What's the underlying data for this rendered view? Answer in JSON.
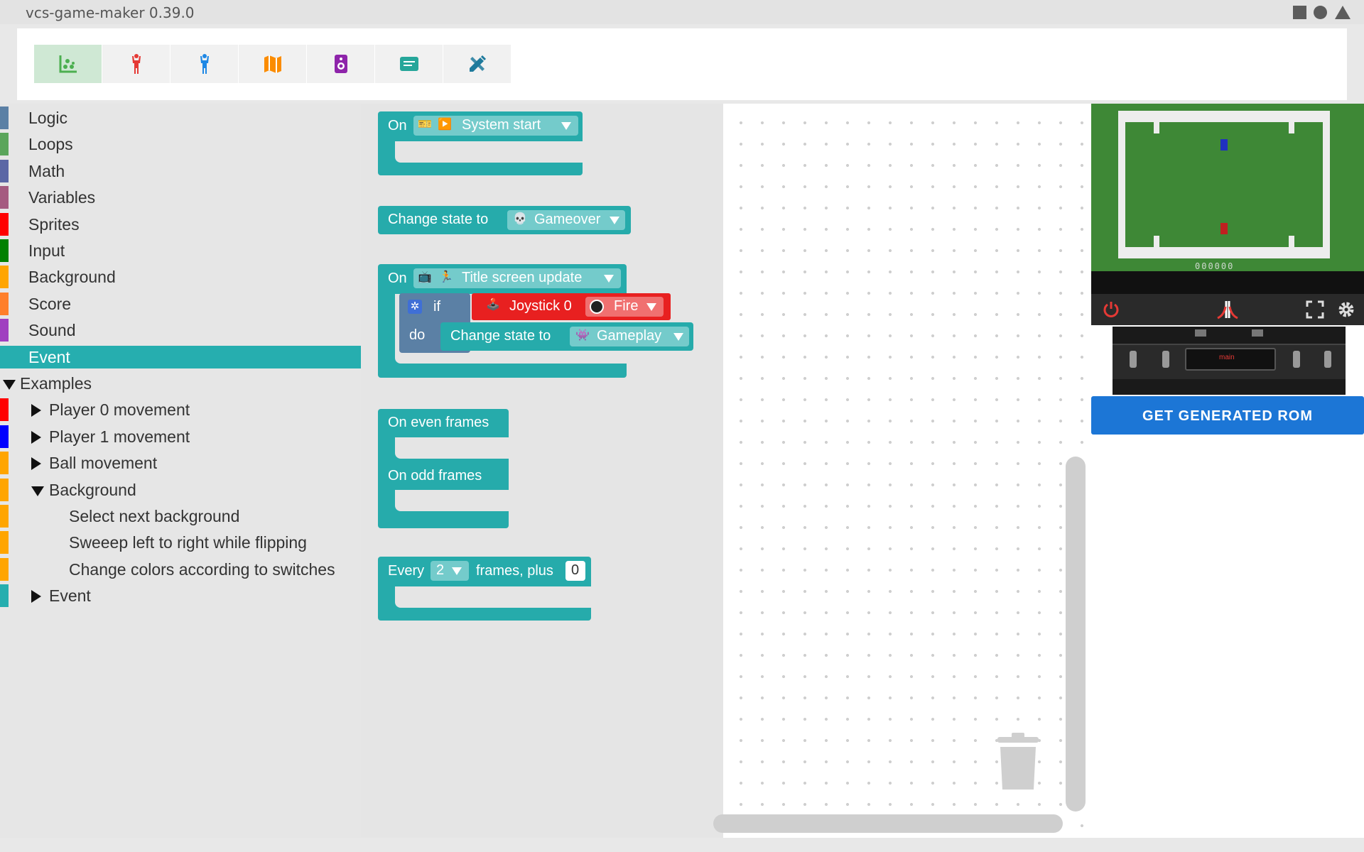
{
  "window": {
    "title": "vcs-game-maker 0.39.0"
  },
  "toolbar": {
    "tabs": [
      {
        "name": "game-logic",
        "icon": "scatter-chart-icon",
        "color": "#4caf50"
      },
      {
        "name": "player-0",
        "icon": "person-red-icon",
        "color": "#e53935"
      },
      {
        "name": "player-1",
        "icon": "person-blue-icon",
        "color": "#1e88e5"
      },
      {
        "name": "background",
        "icon": "map-icon",
        "color": "#fb8c00"
      },
      {
        "name": "sound",
        "icon": "speaker-icon",
        "color": "#8e24aa"
      },
      {
        "name": "text",
        "icon": "message-icon",
        "color": "#26a69a"
      },
      {
        "name": "tools",
        "icon": "design-tools-icon",
        "color": "#1e7a9c"
      }
    ]
  },
  "sidebar": {
    "categories": [
      {
        "label": "Logic",
        "color": "#5b80a5"
      },
      {
        "label": "Loops",
        "color": "#5ba55b"
      },
      {
        "label": "Math",
        "color": "#5b67a5"
      },
      {
        "label": "Variables",
        "color": "#a55b80"
      },
      {
        "label": "Sprites",
        "color": "#ff0000"
      },
      {
        "label": "Input",
        "color": "#008000"
      },
      {
        "label": "Background",
        "color": "#ffa500"
      },
      {
        "label": "Score",
        "color": "#ff7f2a"
      },
      {
        "label": "Sound",
        "color": "#a040c0"
      },
      {
        "label": "Event",
        "color": "#26aeaf"
      }
    ],
    "examples_label": "Examples",
    "examples": [
      {
        "label": "Player 0 movement",
        "color": "#ff0000"
      },
      {
        "label": "Player 1 movement",
        "color": "#0000ff"
      },
      {
        "label": "Ball movement",
        "color": "#ffa500"
      },
      {
        "label": "Background",
        "color": "#ffa500"
      },
      {
        "label": "Select next background",
        "color": "#ffa500"
      },
      {
        "label": "Sweeep left to right while flipping",
        "color": "#ffa500"
      },
      {
        "label": "Change colors according to switches",
        "color": "#ffa500"
      },
      {
        "label": "Event",
        "color": "#26aeaf"
      }
    ]
  },
  "flyout": {
    "on": "On",
    "system_start": "System start",
    "change_state_to": "Change state to",
    "gameover": "Gameover",
    "title_screen_update": "Title screen update",
    "if": "if",
    "do": "do",
    "joystick": "Joystick 0",
    "fire": "Fire",
    "gameplay": "Gameplay",
    "on_even_frames": "On even frames",
    "on_odd_frames": "On odd frames",
    "every": "Every",
    "every_value": "2",
    "frames_plus": "frames, plus",
    "plus_value": "0"
  },
  "emulator": {
    "score_digits": "000000",
    "console_label": "main",
    "get_rom_label": "GET GENERATED ROM"
  }
}
